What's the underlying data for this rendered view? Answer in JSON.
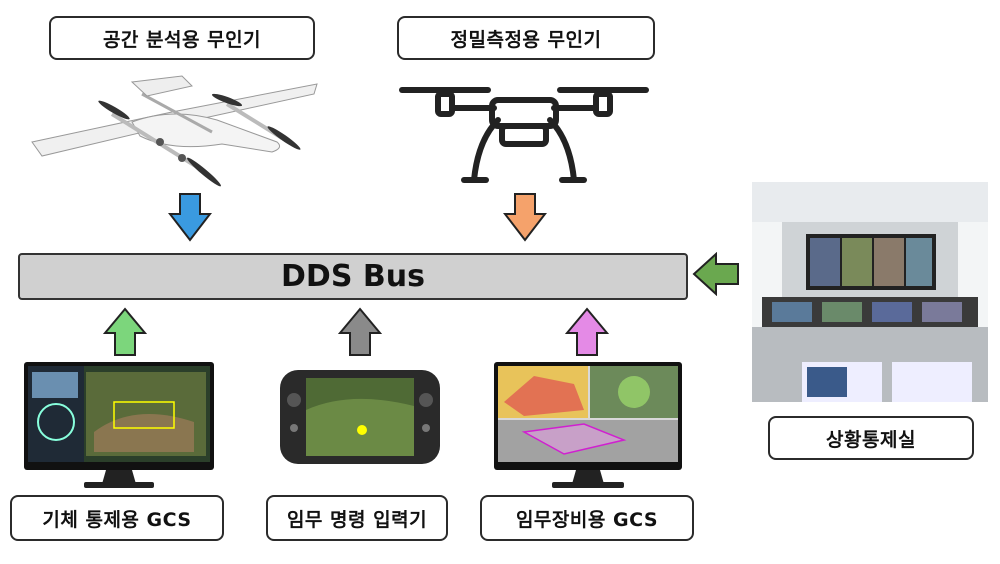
{
  "top_labels": {
    "fixed_wing": "공간 분석용 무인기",
    "multicopter": "정밀측정용 무인기"
  },
  "bus": {
    "label": "DDS Bus"
  },
  "bottom_labels": {
    "flight_gcs": "기체 통제용 GCS",
    "mission_input": "임무 명령 입력기",
    "payload_gcs": "임무장비용 GCS"
  },
  "right_label": "상황통제실",
  "arrow_colors": {
    "fixed_wing": "#3a9ae0",
    "multicopter": "#f5a26b",
    "control_room": "#6aa84f",
    "flight_gcs": "#7cd67c",
    "mission_input": "#8a8a8a",
    "payload_gcs": "#e48ae6"
  }
}
